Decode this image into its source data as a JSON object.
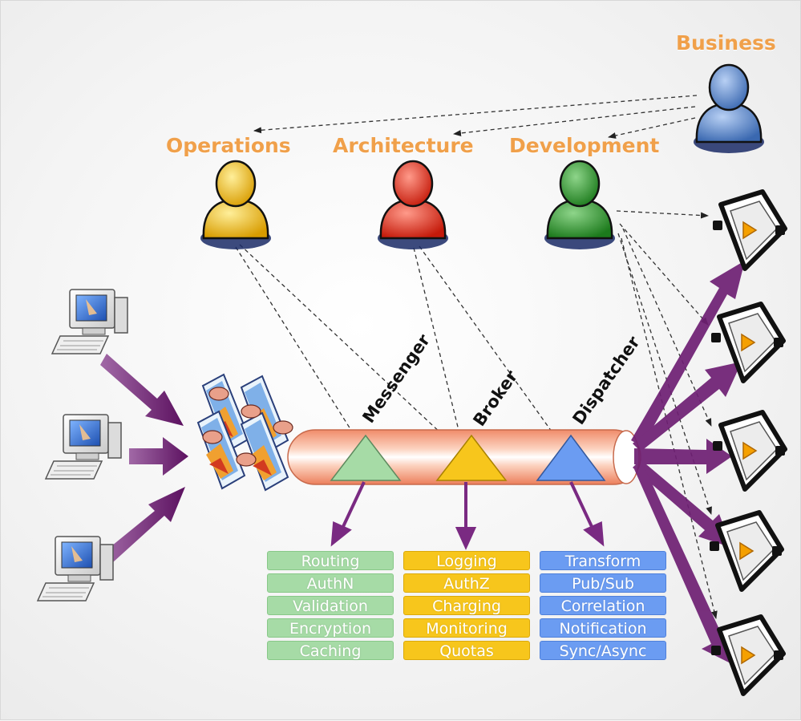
{
  "roles": {
    "business": "Business",
    "operations": "Operations",
    "architecture": "Architecture",
    "development": "Development"
  },
  "pipeline": {
    "messenger": "Messenger",
    "broker": "Broker",
    "dispatcher": "Dispatcher"
  },
  "capabilities": {
    "messenger": [
      "Routing",
      "AuthN",
      "Validation",
      "Encryption",
      "Caching"
    ],
    "broker": [
      "Logging",
      "AuthZ",
      "Charging",
      "Monitoring",
      "Quotas"
    ],
    "dispatcher": [
      "Transform",
      "Pub/Sub",
      "Correlation",
      "Notification",
      "Sync/Async"
    ]
  },
  "colors": {
    "role_label": "#f0a04a",
    "messenger": "#a6dba6",
    "broker": "#f7c61c",
    "dispatcher": "#6b9cf2",
    "arrow": "#6e1f73",
    "pipe": "#f3a27f"
  },
  "icons": {
    "client": "computer-icon",
    "gateway": "gateway-cluster-icon",
    "service": "service-module-icon",
    "person": "person-icon"
  }
}
